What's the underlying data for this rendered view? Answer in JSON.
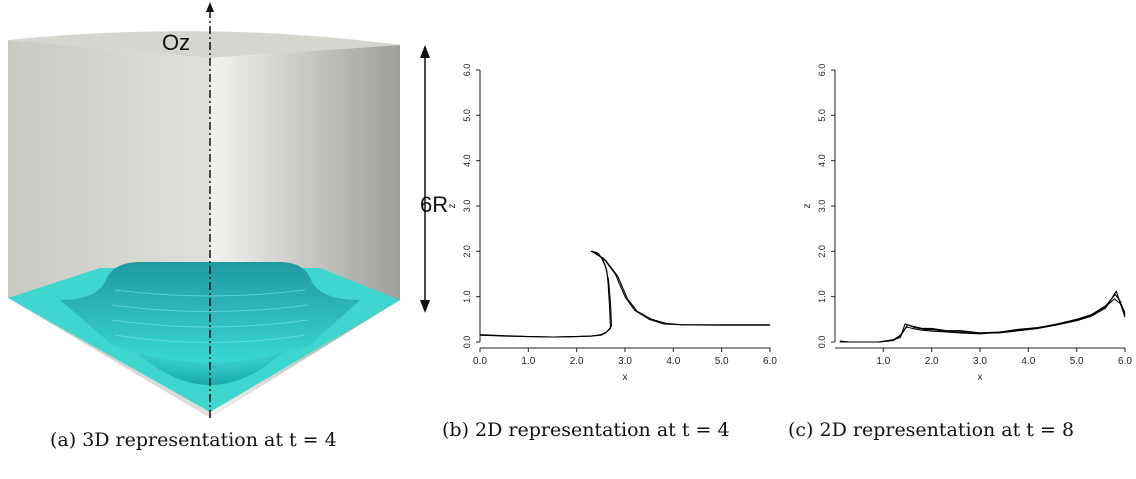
{
  "figure": {
    "panel_a": {
      "axis_label": "Oz",
      "dimension_label": "6R",
      "caption": "(a) 3D representation at t = 4"
    },
    "panel_b": {
      "caption": "(b) 2D representation at t = 4"
    },
    "panel_c": {
      "caption": "(c) 2D representation at t = 8"
    },
    "colors": {
      "fluid": "#36d0cc",
      "container": "#cfcfcb",
      "curve": "#000000"
    }
  },
  "chart_data": [
    {
      "type": "line",
      "xlabel": "x",
      "ylabel": "z",
      "xlim": [
        0,
        6
      ],
      "ylim": [
        0,
        6
      ],
      "xticks": [
        "0.0",
        "1.0",
        "2.0",
        "3.0",
        "4.0",
        "5.0",
        "6.0"
      ],
      "yticks": [
        "0.0",
        "1.0",
        "2.0",
        "3.0",
        "4.0",
        "5.0",
        "6.0"
      ],
      "series": [
        {
          "x": [
            0.0,
            0.5,
            1.0,
            1.5,
            2.0,
            2.3,
            2.5,
            2.6,
            2.7,
            2.68,
            2.65,
            2.62,
            2.55,
            2.45,
            2.3,
            2.55,
            2.8,
            3.0,
            3.2,
            3.5,
            3.8,
            4.2,
            5.0,
            6.0
          ],
          "y": [
            0.15,
            0.13,
            0.12,
            0.11,
            0.12,
            0.13,
            0.15,
            0.2,
            0.3,
            0.8,
            1.3,
            1.6,
            1.8,
            1.95,
            2.0,
            1.85,
            1.5,
            1.0,
            0.7,
            0.5,
            0.4,
            0.38,
            0.38,
            0.38
          ]
        },
        {
          "x": [
            0.0,
            0.5,
            1.0,
            1.5,
            2.0,
            2.3,
            2.5,
            2.62,
            2.72,
            2.7,
            2.66,
            2.6,
            2.52,
            2.42,
            2.32,
            2.6,
            2.85,
            3.05,
            3.25,
            3.55,
            3.85,
            4.2,
            5.0,
            6.0
          ],
          "y": [
            0.16,
            0.14,
            0.12,
            0.11,
            0.12,
            0.13,
            0.16,
            0.22,
            0.35,
            0.85,
            1.35,
            1.65,
            1.85,
            1.97,
            2.0,
            1.8,
            1.45,
            0.95,
            0.68,
            0.5,
            0.41,
            0.38,
            0.37,
            0.37
          ]
        }
      ]
    },
    {
      "type": "line",
      "xlabel": "x",
      "ylabel": "z",
      "xlim": [
        0,
        6
      ],
      "ylim": [
        0,
        6
      ],
      "xticks": [
        "1.0",
        "2.0",
        "3.0",
        "4.0",
        "5.0",
        "6.0"
      ],
      "yticks": [
        "0.0",
        "1.0",
        "2.0",
        "3.0",
        "4.0",
        "5.0",
        "6.0"
      ],
      "series": [
        {
          "x": [
            0.1,
            0.3,
            0.6,
            0.9,
            1.2,
            1.35,
            1.45,
            1.6,
            1.8,
            2.0,
            2.3,
            2.6,
            3.0,
            3.4,
            3.8,
            4.2,
            4.6,
            5.0,
            5.3,
            5.6,
            5.8,
            5.9,
            6.0
          ],
          "y": [
            0.02,
            0.0,
            0.0,
            0.0,
            0.05,
            0.1,
            0.4,
            0.35,
            0.3,
            0.3,
            0.25,
            0.25,
            0.2,
            0.22,
            0.28,
            0.32,
            0.4,
            0.5,
            0.6,
            0.8,
            1.05,
            0.9,
            0.6
          ]
        },
        {
          "x": [
            0.1,
            0.3,
            0.6,
            0.9,
            1.2,
            1.35,
            1.5,
            1.65,
            1.85,
            2.05,
            2.35,
            2.65,
            3.0,
            3.4,
            3.8,
            4.2,
            4.6,
            5.0,
            5.3,
            5.6,
            5.82,
            5.92,
            6.0
          ],
          "y": [
            0.0,
            0.0,
            0.0,
            0.0,
            0.03,
            0.12,
            0.38,
            0.32,
            0.28,
            0.27,
            0.23,
            0.22,
            0.2,
            0.2,
            0.25,
            0.3,
            0.38,
            0.47,
            0.57,
            0.75,
            1.12,
            0.8,
            0.55
          ]
        },
        {
          "x": [
            0.1,
            0.3,
            0.6,
            0.9,
            1.2,
            1.35,
            1.48,
            1.6,
            1.8,
            2.0,
            2.3,
            2.6,
            3.0,
            3.4,
            3.8,
            4.2,
            4.6,
            5.0,
            5.3,
            5.6,
            5.78,
            5.9,
            6.0
          ],
          "y": [
            0.0,
            0.0,
            0.0,
            0.0,
            0.04,
            0.15,
            0.33,
            0.3,
            0.26,
            0.24,
            0.22,
            0.2,
            0.18,
            0.21,
            0.26,
            0.31,
            0.39,
            0.48,
            0.58,
            0.78,
            0.95,
            0.85,
            0.65
          ]
        }
      ]
    }
  ]
}
